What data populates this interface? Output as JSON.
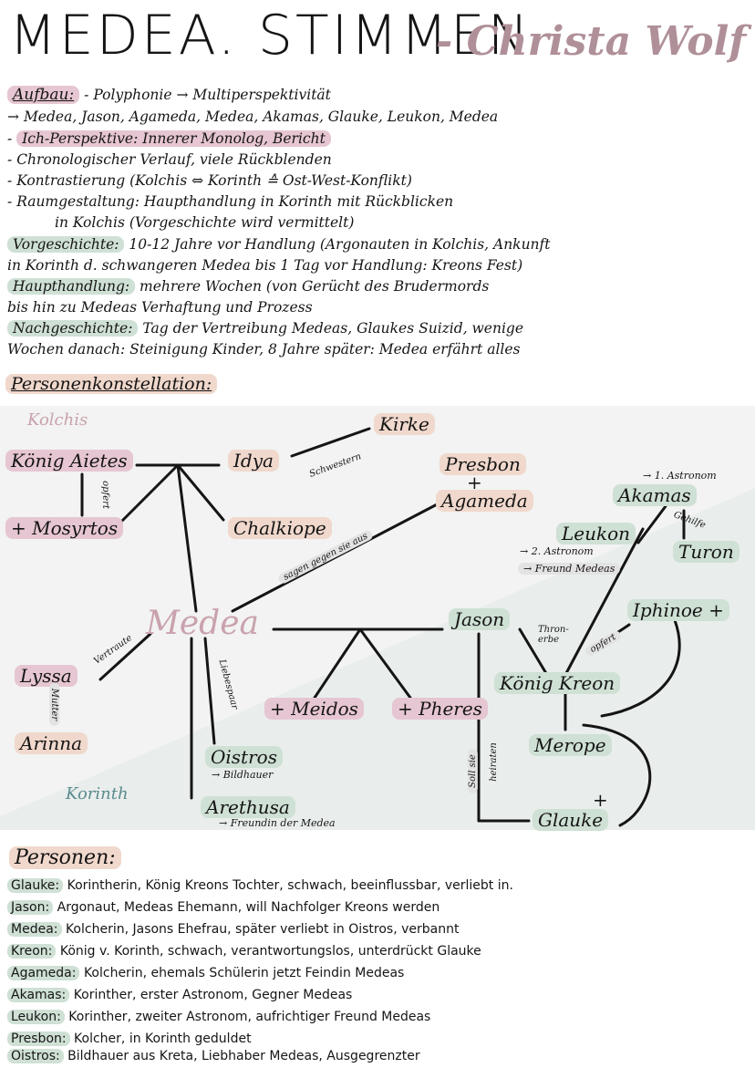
{
  "title": {
    "main": "MEDEA. STIMMEN",
    "author": "- Christa Wolf"
  },
  "aufbau": {
    "lines": [
      {
        "label": "Aufbau:",
        "text": "- Polyphonie → Multiperspektivität"
      },
      {
        "label": "→",
        "text": "Medea, Jason, Agameda, Medea, Akamas, Glauke, Leukon, Medea"
      },
      {
        "label": "-",
        "text": "Ich-Perspektive: Innerer Monolog, Bericht"
      },
      {
        "label": "-",
        "text": "Chronologischer Verlauf, viele Rückblenden"
      },
      {
        "label": "-",
        "text": "Kontrastierung (Kolchis ⇔ Korinth ≙ Ost-West-Konflikt)"
      },
      {
        "label": "-",
        "text": "Raumgestaltung: Haupthandlung in Korinth mit Rückblicken"
      },
      {
        "label": "",
        "text": "in Kolchis (Vorgeschichte wird vermittelt)"
      },
      {
        "label": "Vorgeschichte:",
        "text": "10-12 Jahre vor Handlung (Argonauten in Kolchis, Ankunft"
      },
      {
        "label": "",
        "text": "in Korinth d. schwangeren Medea bis 1 Tag vor Handlung: Kreons Fest)"
      },
      {
        "label": "Haupthandlung:",
        "text": "mehrere Wochen (von Gerücht des Brudermords"
      },
      {
        "label": "",
        "text": "bis hin zu Medeas Verhaftung und Prozess"
      },
      {
        "label": "Nachgeschichte:",
        "text": "Tag der Vertreibung Medeas, Glaukes Suizid, wenige"
      },
      {
        "label": "",
        "text": "Wochen danach: Steinigung Kinder, 8 Jahre später: Medea erfährt alles"
      }
    ]
  },
  "konstellation": {
    "heading": "Personenkonstellation:",
    "places": {
      "kolchis": "Kolchis",
      "korinth": "Korinth"
    },
    "nodes": {
      "kirke": "Kirke",
      "koenig_aietes": "König Aietes",
      "idya": "Idya",
      "presbon": "Presbon",
      "plus_presbon": "+",
      "agameda": "Agameda",
      "mosyrtos": "+ Mosyrtos",
      "chalkiope": "Chalkiope",
      "akamas": "Akamas",
      "akamas_note": "→ 1. Astronom",
      "leukon": "Leukon",
      "leukon_note1": "→ 2. Astronom",
      "leukon_note2": "→ Freund Medeas",
      "turon": "Turon",
      "medea": "Medea",
      "jason": "Jason",
      "iphinoe": "Iphinoe +",
      "lyssa": "Lyssa",
      "arinna": "Arinna",
      "meidos": "+ Meidos",
      "pheres": "+ Pheres",
      "koenig_kreon": "König Kreon",
      "merope": "Merope",
      "oistros": "Oistros",
      "oistros_note": "→ Bildhauer",
      "arethusa": "Arethusa",
      "arethusa_note": "→ Freundin der Medea",
      "glauke": "Glauke",
      "plus_glauke": "+"
    },
    "edge_labels": {
      "schwestern": "Schwestern",
      "opfert1": "opfert",
      "opfert2": "opfert",
      "sagen": "sagen gegen sie aus",
      "gehilfe": "Gehilfe",
      "vertraute": "Vertraute",
      "liebespaar": "Liebespaar",
      "mutter": "Mutter",
      "thronerbe": "Thron-erbe",
      "sollsie": "Soll sie",
      "heiraten": "heiraten"
    }
  },
  "personen": {
    "heading": "Personen:",
    "rows": [
      {
        "name": "Glauke:",
        "desc": "Korintherin, König Kreons Tochter, schwach, beeinflussbar, verliebt in."
      },
      {
        "name": "Jason:",
        "desc": "Argonaut, Medeas Ehemann, will Nachfolger Kreons werden"
      },
      {
        "name": "Medea:",
        "desc": "Kolcherin, Jasons Ehefrau, später verliebt in Oistros, verbannt"
      },
      {
        "name": "Kreon:",
        "desc": "König v. Korinth, schwach, verantwortungslos, unterdrückt Glauke"
      },
      {
        "name": "Agameda:",
        "desc": "Kolcherin, ehemals Schülerin jetzt Feindin Medeas"
      },
      {
        "name": "Akamas:",
        "desc": "Korinther, erster Astronom, Gegner Medeas"
      },
      {
        "name": "Leukon:",
        "desc": "Korinther, zweiter Astronom, aufrichtiger Freund Medeas"
      },
      {
        "name": "Presbon:",
        "desc": "Kolcher, in Korinth geduldet"
      },
      {
        "name": "Oistros:",
        "desc": "Bildhauer aus Kreta, Liebhaber Medeas, Ausgegrenzter"
      }
    ]
  },
  "colors": {
    "pink": "#e6c6d2",
    "green": "#cfe0d5",
    "grey": "#e3e3e3",
    "title_accent": "#b09098",
    "medea_pink": "#c9a2ad"
  }
}
